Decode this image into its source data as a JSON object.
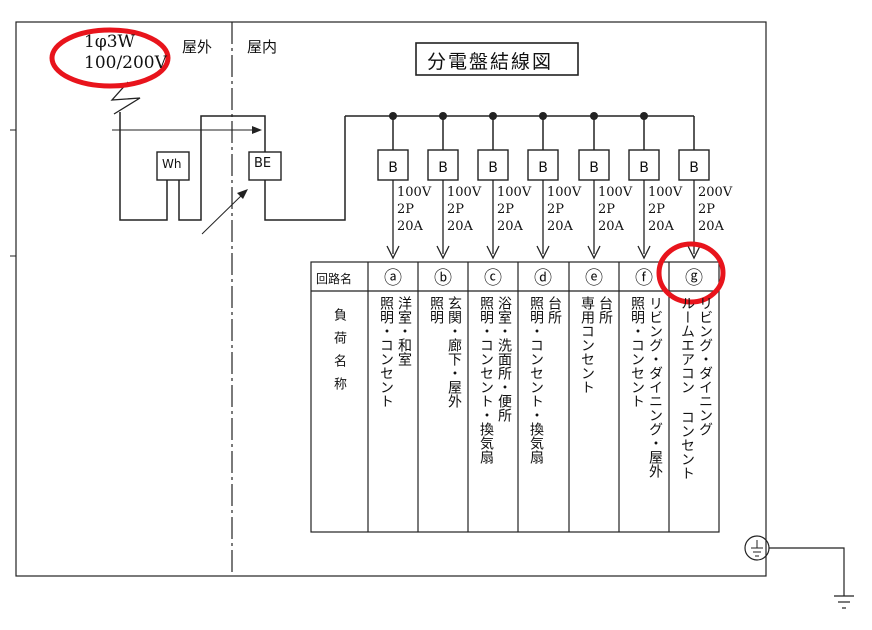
{
  "title": "分電盤結線図",
  "supply": {
    "phase": "1φ3W",
    "voltage": "100/200V"
  },
  "zones": {
    "outdoor": "屋外",
    "indoor": "屋内"
  },
  "meter": "Wh",
  "main_breaker": "BE",
  "breaker_label": "B",
  "table": {
    "circuit_header": "回路名",
    "load_header": "負荷名称",
    "circuits": [
      {
        "id": "a",
        "mark": "ⓐ",
        "voltage": "100V",
        "poles": "2P",
        "amps": "20A",
        "load_lines": [
          "洋室・和室",
          "照明・コンセント"
        ]
      },
      {
        "id": "b",
        "mark": "ⓑ",
        "voltage": "100V",
        "poles": "2P",
        "amps": "20A",
        "load_lines": [
          "玄関・廊下・屋外",
          "照明"
        ]
      },
      {
        "id": "c",
        "mark": "ⓒ",
        "voltage": "100V",
        "poles": "2P",
        "amps": "20A",
        "load_lines": [
          "浴室・洗面所・便所",
          "照明・コンセント・換気扇"
        ]
      },
      {
        "id": "d",
        "mark": "ⓓ",
        "voltage": "100V",
        "poles": "2P",
        "amps": "20A",
        "load_lines": [
          "台所",
          "照明・コンセント・換気扇"
        ]
      },
      {
        "id": "e",
        "mark": "ⓔ",
        "voltage": "100V",
        "poles": "2P",
        "amps": "20A",
        "load_lines": [
          "台所",
          "専用コンセント"
        ]
      },
      {
        "id": "f",
        "mark": "ⓕ",
        "voltage": "100V",
        "poles": "2P",
        "amps": "20A",
        "load_lines": [
          "リビング・ダイニング・屋外",
          "照明・コンセント"
        ]
      },
      {
        "id": "g",
        "mark": "ⓖ",
        "voltage": "200V",
        "poles": "2P",
        "amps": "20A",
        "load_lines": [
          "リビング・ダイニング",
          "ルームエアコン コンセント"
        ]
      }
    ]
  },
  "highlight_color": "#e8141c"
}
